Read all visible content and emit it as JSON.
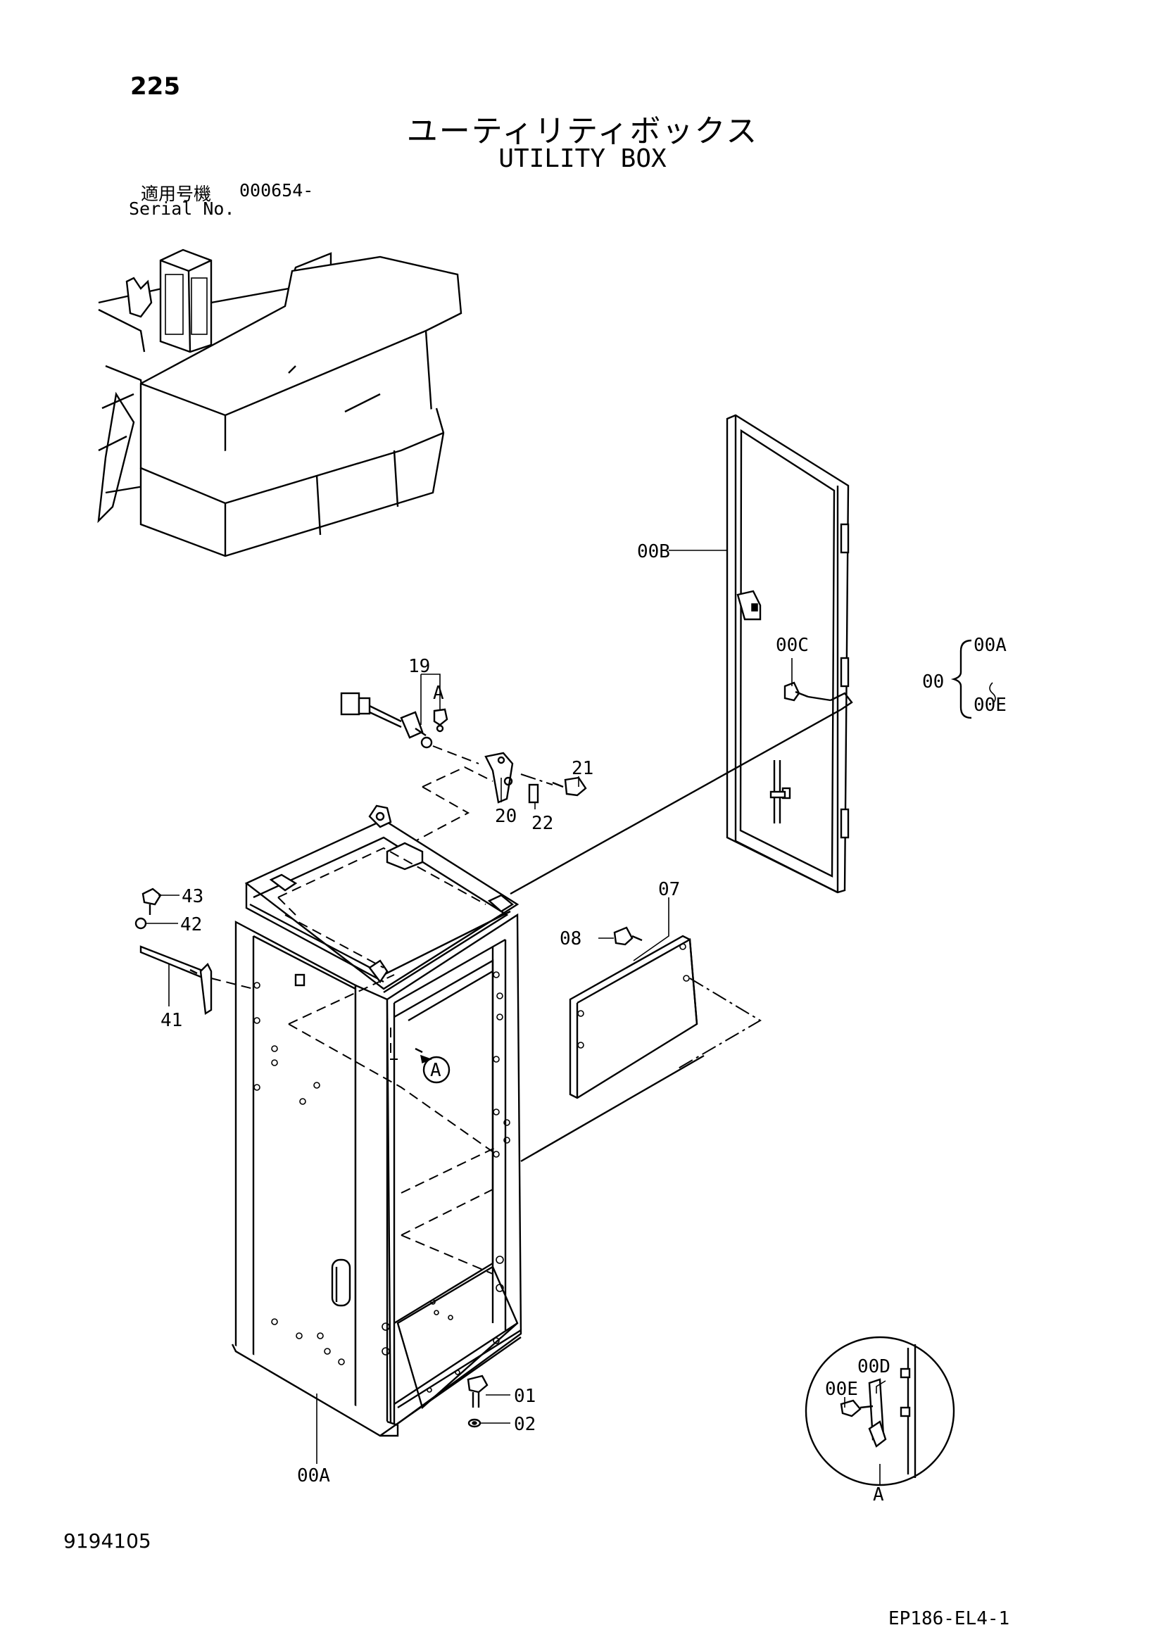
{
  "header": {
    "page_number": "225",
    "title_jp": "ユーティリティボックス",
    "title_en": "UTILITY BOX",
    "serial_label_jp": "適用号機",
    "serial_value": "000654-",
    "serial_label_en": "Serial No."
  },
  "callouts": {
    "c00": "00",
    "c00A_range": "00A",
    "c00E_range": "00E",
    "c00A": "00A",
    "c00B": "00B",
    "c00C": "00C",
    "c01": "01",
    "c02": "02",
    "c07": "07",
    "c08": "08",
    "c19": "19",
    "c20": "20",
    "c21": "21",
    "c22": "22",
    "c41": "41",
    "c42": "42",
    "c43": "43",
    "detail_ref": "A",
    "detail_ref_circle": "A",
    "detail_00D": "00D",
    "detail_00E": "00E",
    "detail_label": "A"
  },
  "footer": {
    "doc_number": "9194105",
    "figure_code": "EP186-EL4-1"
  }
}
